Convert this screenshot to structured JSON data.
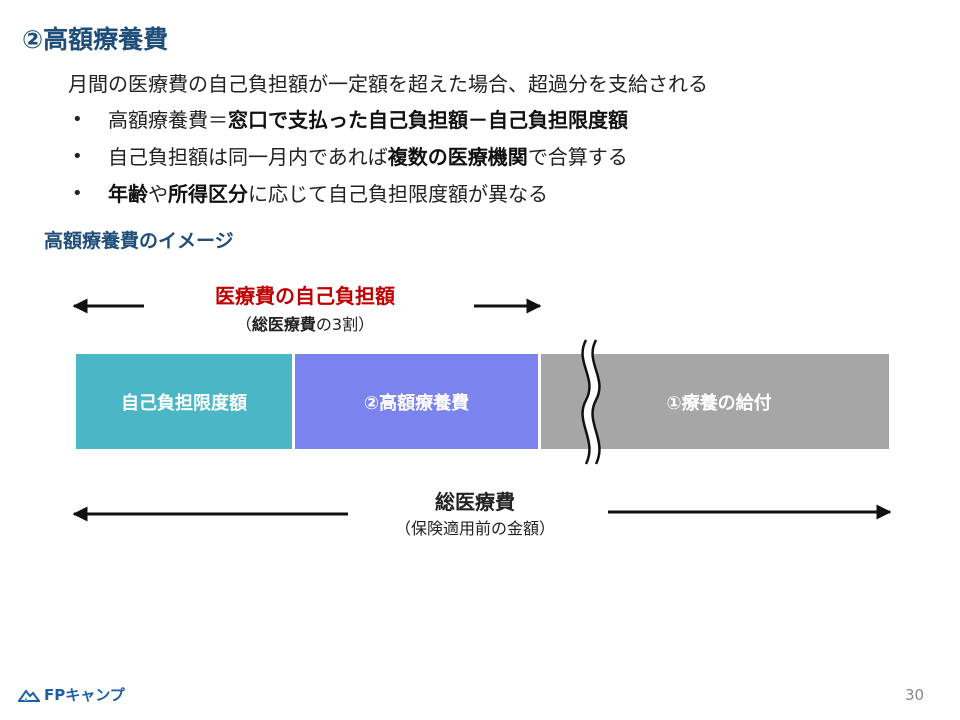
{
  "slide": {
    "title": "②高額療養費",
    "lead": "月間の医療費の自己負担額が一定額を超えた場合、超過分を支給される",
    "bullets": [
      {
        "marker": "•",
        "p1": "高額療養費＝",
        "b1": "窓口で支払った自己負担額－自己負担限度額",
        "p2": "",
        "b2": "",
        "p3": ""
      },
      {
        "marker": "•",
        "p1": "自己負担額は同一月内であれば",
        "b1": "複数の医療機関",
        "p2": "で合算する",
        "b2": "",
        "p3": ""
      },
      {
        "marker": "•",
        "p1": "",
        "b1": "年齢",
        "p2": "や",
        "b2": "所得区分",
        "p3": "に応じて自己負担限度額が異なる"
      }
    ],
    "image_heading": "高額療養費のイメージ"
  },
  "diagram": {
    "self_pay_label": "医療費の自己負担額",
    "self_pay_sub_open": "（",
    "self_pay_sub_bold": "総医療費",
    "self_pay_sub_rest": "の3割）",
    "segments": {
      "limit": "自己負担限度額",
      "kougaku": "②高額療養費",
      "ryouyou": "①療養の給付"
    },
    "total_label": "総医療費",
    "total_sub": "（保険適用前の金額）",
    "colors": {
      "limit": "#4ab6c6",
      "kougaku": "#7b83ef",
      "ryouyou": "#a6a6a6",
      "accent_red": "#c00000",
      "heading_blue": "#1f4e79"
    }
  },
  "footer": {
    "logo_text": "FPキャンプ",
    "logo_icon": "mountain-logo-icon",
    "page_number": "30"
  }
}
